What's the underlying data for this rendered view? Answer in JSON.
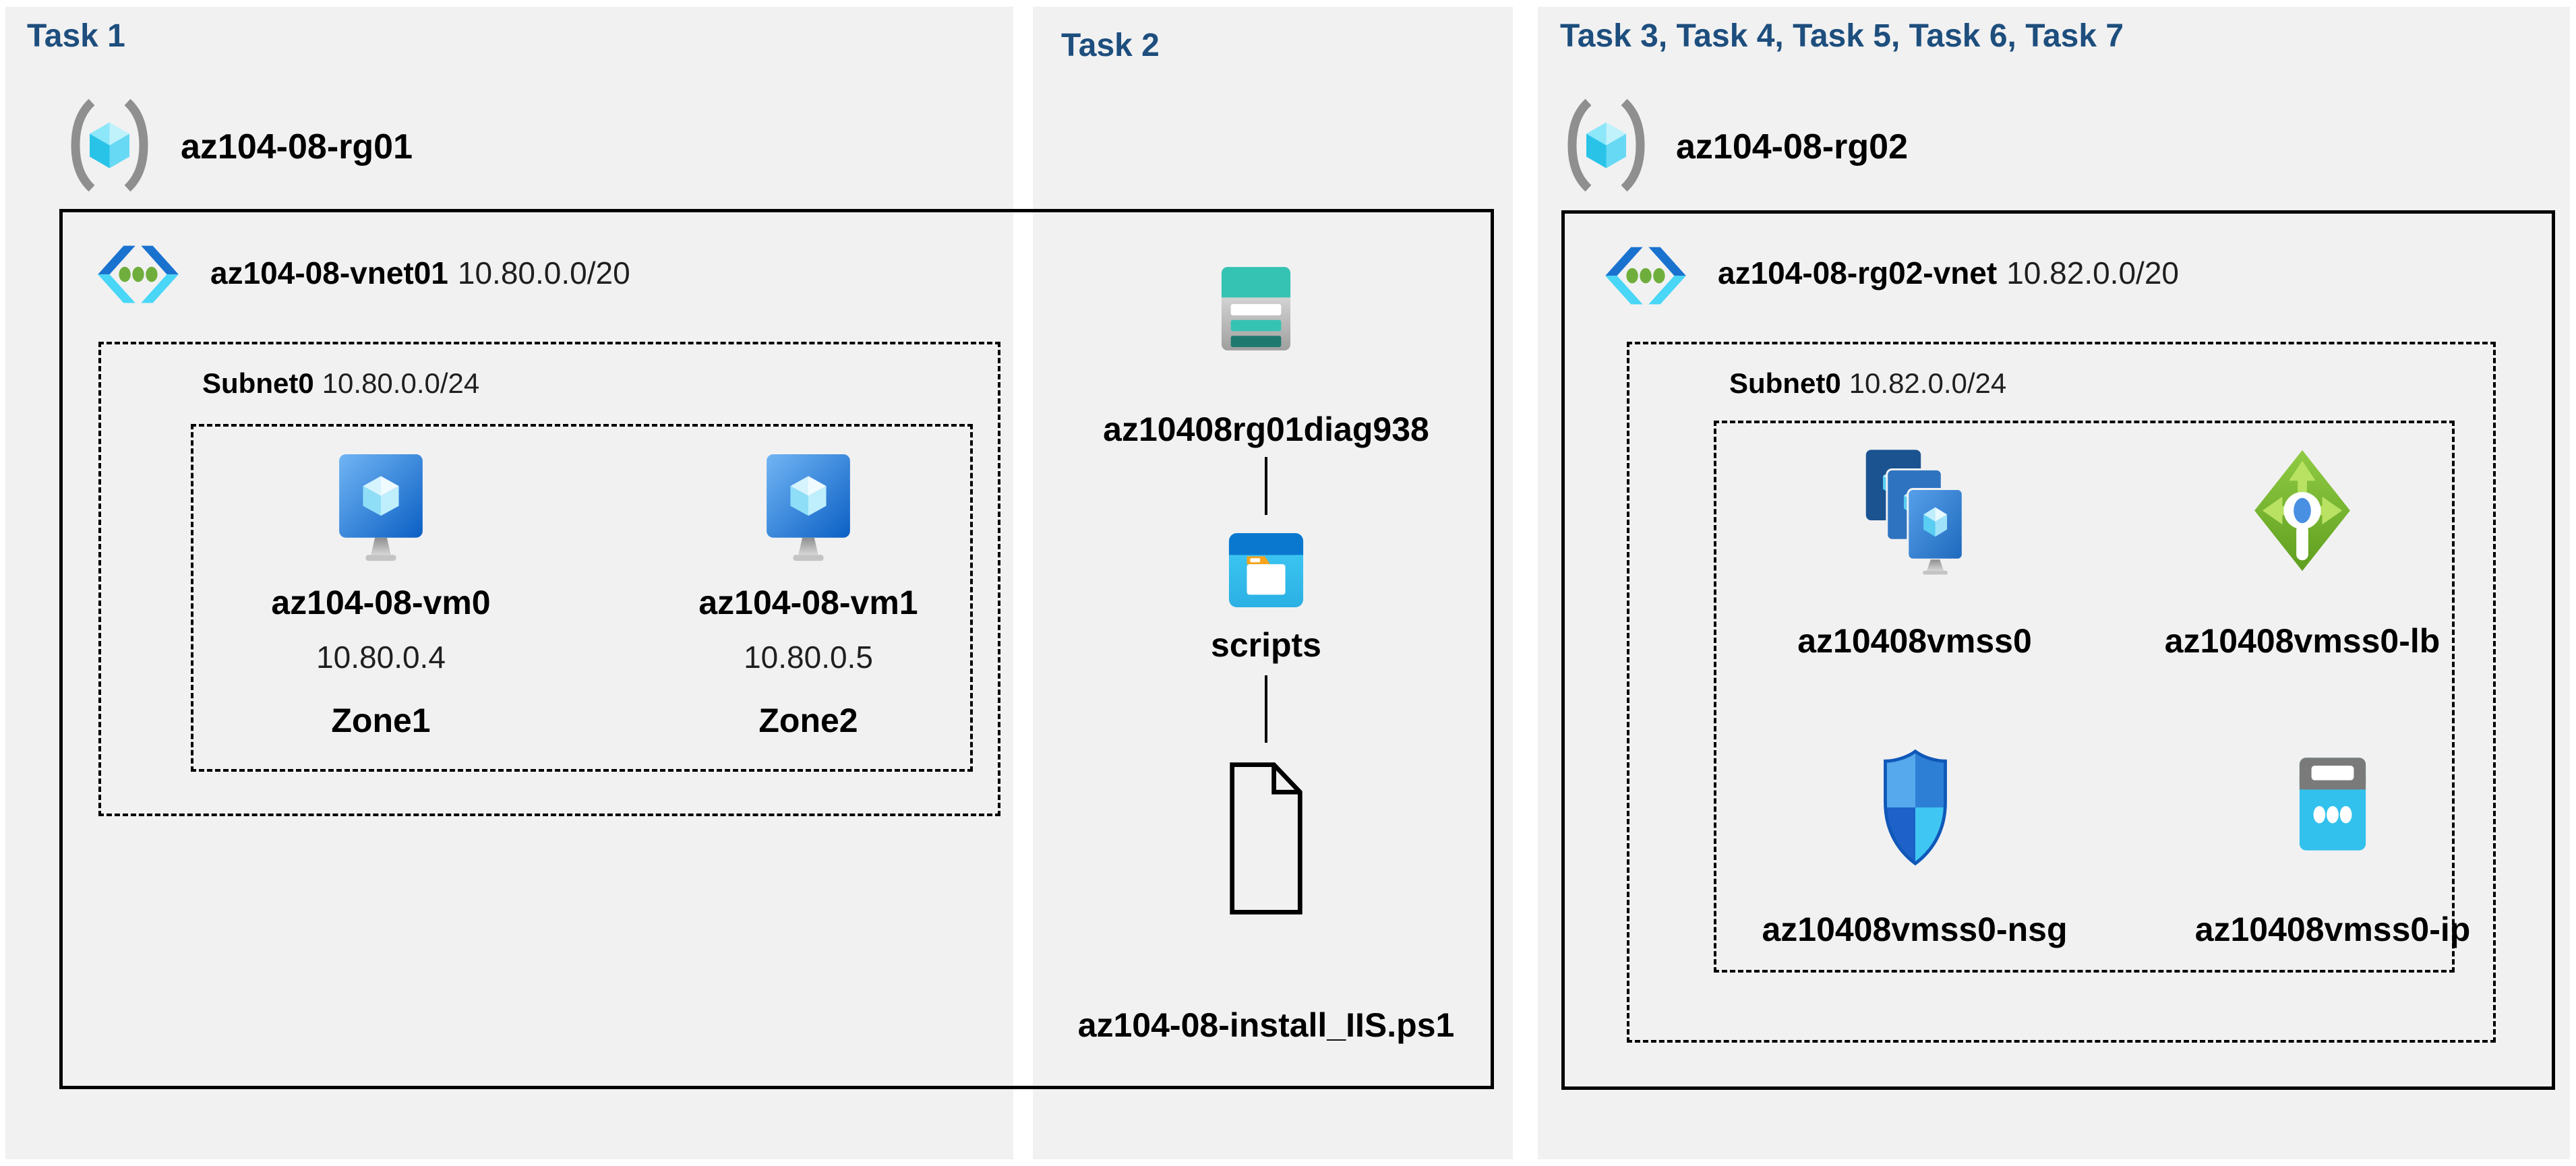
{
  "task1": {
    "header": "Task 1",
    "rg_name": "az104-08-rg01",
    "vnet_name": "az104-08-vnet01",
    "vnet_cidr": "10.80.0.0/20",
    "subnet_name": "Subnet0",
    "subnet_cidr": "10.80.0.0/24",
    "vm0": {
      "name": "az104-08-vm0",
      "ip": "10.80.0.4",
      "zone": "Zone1"
    },
    "vm1": {
      "name": "az104-08-vm1",
      "ip": "10.80.0.5",
      "zone": "Zone2"
    }
  },
  "task2": {
    "header": "Task 2",
    "storage_name": "az10408rg01diag938",
    "folder_name": "scripts",
    "script_file": "az104-08-install_IIS.ps1"
  },
  "task3": {
    "header": "Task 3, Task 4, Task 5, Task 6, Task 7",
    "rg_name": "az104-08-rg02",
    "vnet_name": "az104-08-rg02-vnet",
    "vnet_cidr": "10.82.0.0/20",
    "subnet_name": "Subnet0",
    "subnet_cidr": "10.82.0.0/24",
    "vmss_name": "az10408vmss0",
    "lb_name": "az10408vmss0-lb",
    "nsg_name": "az10408vmss0-nsg",
    "pip_name": "az10408vmss0-ip"
  },
  "colors": {
    "panel_bg": "#f1f1f2",
    "header_blue": "#1d4e7d",
    "diagram_border": "#000000",
    "azure_blue": "#0b5fc4",
    "azure_cyan": "#49d6f7",
    "vnet_green_dot": "#6fae3c",
    "storage_teal": "#35c3b3",
    "lb_green": "#76b82a",
    "folder_orange": "#f6a41d"
  }
}
